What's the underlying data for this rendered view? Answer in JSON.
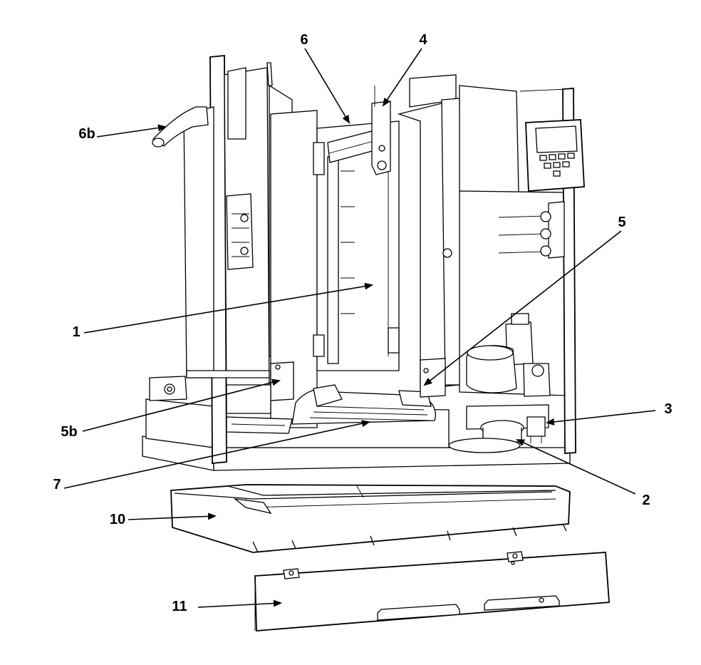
{
  "callouts": [
    {
      "id": "c1",
      "label": "1"
    },
    {
      "id": "c2",
      "label": "2"
    },
    {
      "id": "c3",
      "label": "3"
    },
    {
      "id": "c4",
      "label": "4"
    },
    {
      "id": "c5",
      "label": "5"
    },
    {
      "id": "c5b",
      "label": "5b"
    },
    {
      "id": "c6",
      "label": "6"
    },
    {
      "id": "c6b",
      "label": "6b"
    },
    {
      "id": "c7",
      "label": "7"
    },
    {
      "id": "c10",
      "label": "10"
    },
    {
      "id": "c11",
      "label": "11"
    }
  ],
  "icons": [
    "control-keypad-icon",
    "gas-valve-icon",
    "blower-motor-icon"
  ]
}
